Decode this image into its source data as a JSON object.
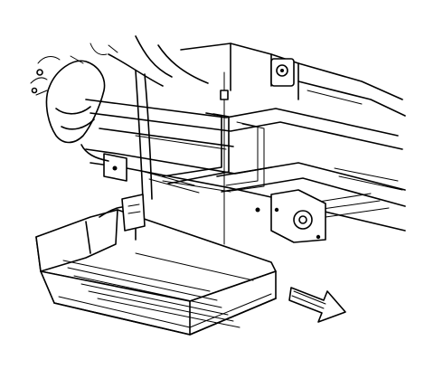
{
  "figure": {
    "line_color": "#000000",
    "background": "#ffffff",
    "icons": [
      "vehicle-frame-drawing",
      "fuel-tank-drawing",
      "mounting-strap-drawing",
      "front-direction-arrow-icon"
    ]
  }
}
